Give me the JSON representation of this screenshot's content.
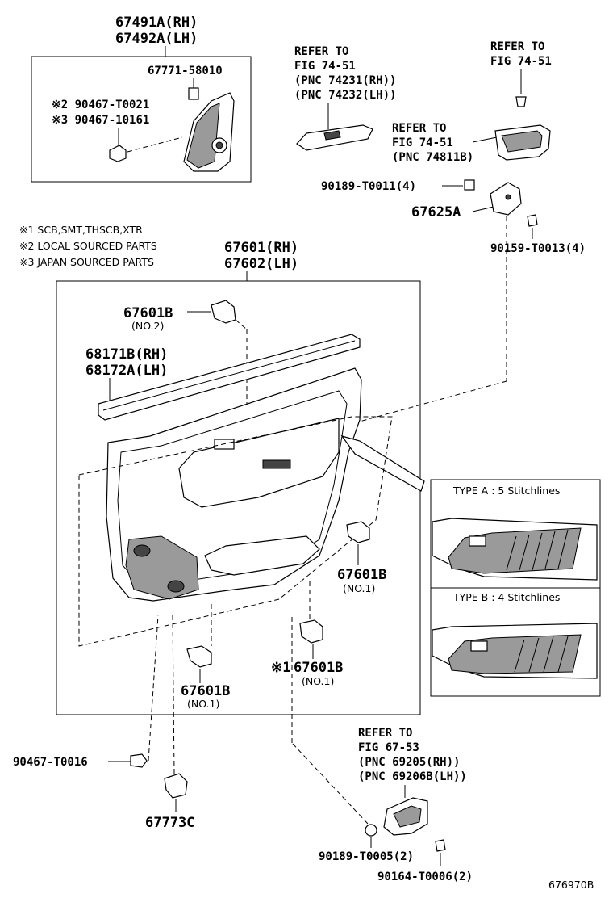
{
  "labels": {
    "trim_rh": "67491A(RH)",
    "trim_lh": "67492A(LH)",
    "clip_top": "67771-58010",
    "screw_local": "※2 90467-T0021",
    "screw_japan": "※3 90467-10161",
    "ref1_a": "REFER TO",
    "ref1_b": "FIG 74-51",
    "ref1_c": "(PNC 74231(RH))",
    "ref1_d": "(PNC 74232(LH))",
    "ref2_a": "REFER TO",
    "ref2_b": "FIG 74-51",
    "ref3_a": "REFER TO",
    "ref3_b": "FIG 74-51",
    "ref3_c": "(PNC 74811B)",
    "nut1": "90189-T0011(4)",
    "bracket": "67625A",
    "screw2": "90159-T0013(4)",
    "panel_rh": "67601(RH)",
    "panel_lh": "67602(LH)",
    "clip_no2": "67601B",
    "clip_no2_sub": "(NO.2)",
    "weather_rh": "68171B(RH)",
    "weather_lh": "68172A(LH)",
    "clip_a": "67601B",
    "clip_a_sub": "(NO.1)",
    "clip_b_mark": "※1",
    "clip_b": "67601B",
    "clip_b_sub": "(NO.1)",
    "clip_c": "67601B",
    "clip_c_sub": "(NO.1)",
    "screw3": "90467-T0016",
    "clip_bottom": "67773C",
    "ref4_a": "REFER TO",
    "ref4_b": "FIG 67-53",
    "ref4_c": "(PNC 69205(RH))",
    "ref4_d": "(PNC 69206B(LH))",
    "nut2": "90189-T0005(2)",
    "screw4": "90164-T0006(2)",
    "drawing_no": "676970B"
  },
  "notes": {
    "n1": "※1  SCB,SMT,THSCB,XTR",
    "n2": "※2  LOCAL SOURCED PARTS",
    "n3": "※3  JAPAN SOURCED PARTS"
  },
  "types": {
    "type_a": "TYPE A : 5 Stitchlines",
    "type_b": "TYPE B : 4 Stitchlines"
  }
}
